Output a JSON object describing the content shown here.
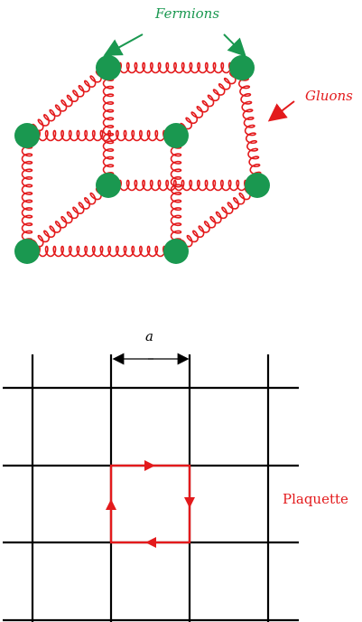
{
  "lattice_cube": {
    "fermions_label": "Fermions",
    "gluons_label": "Gluons",
    "colors": {
      "fermion": "#1a9850",
      "gluon": "#e31a1c",
      "label_fermion": "#1a9850",
      "label_gluon": "#e31a1c"
    }
  },
  "grid": {
    "spacing_label": "a",
    "plaquette_label": "Plaquette",
    "colors": {
      "grid_line": "#000000",
      "plaquette": "#e31a1c"
    }
  }
}
